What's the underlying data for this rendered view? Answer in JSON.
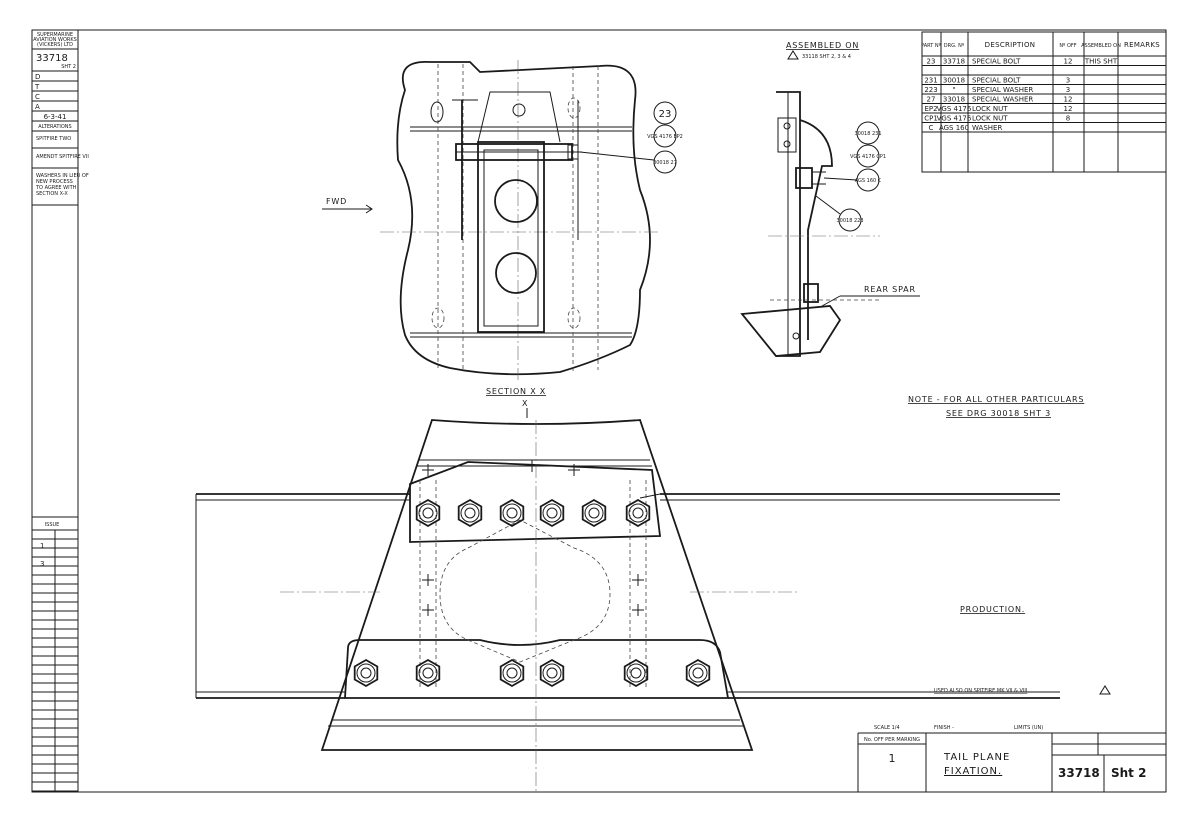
{
  "left_column": {
    "firm": [
      "SUPERMARINE",
      "AVIATION WORKS",
      "(VICKERS) LTD"
    ],
    "drawing_number": "33718",
    "sheet": "SHT 2",
    "letters": [
      "D",
      "T",
      "C",
      "A"
    ],
    "date": "6-3-41",
    "alterations_title": "ALTERATIONS",
    "alteration_notes": [
      "SPITFIRE TWO",
      "AMENDT SPITFIRE VII",
      "WASHERS IN LIEU OF",
      "NEW PROCESS",
      "TO AGREE WITH",
      "SECTION X-X"
    ],
    "issue_title": "ISSUE",
    "issue_entries": [
      "1",
      "3"
    ]
  },
  "parts_table": {
    "headers": [
      "PART Nº",
      "DRG. Nº",
      "DESCRIPTION",
      "Nº OFF",
      "ASSEMBLED ON",
      "REMARKS"
    ],
    "rows": [
      [
        "23",
        "33718",
        "SPECIAL BOLT",
        "12",
        "THIS SHT",
        ""
      ],
      [
        "",
        "",
        "",
        "",
        "",
        ""
      ],
      [
        "231",
        "30018",
        "SPECIAL BOLT",
        "3",
        "",
        ""
      ],
      [
        "223",
        "\"",
        "SPECIAL WASHER",
        "3",
        "",
        ""
      ],
      [
        "27",
        "33018",
        "SPECIAL WASHER",
        "12",
        "",
        ""
      ],
      [
        "EP2",
        "VGS 4176",
        "LOCK NUT",
        "12",
        "",
        ""
      ],
      [
        "CP1",
        "VGS 4176",
        "LOCK NUT",
        "8",
        "",
        ""
      ],
      [
        "C",
        "AGS 160",
        "WASHER",
        "",
        "",
        ""
      ]
    ]
  },
  "drawing": {
    "assembled_on_title": "ASSEMBLED ON",
    "assembled_on_ref": "33118 SHT 2, 3 & 4",
    "section_title": "SECTION X X",
    "section_marker": "X",
    "fwd_label": "FWD",
    "rear_spar_label": "REAR SPAR",
    "callouts_top": [
      "23",
      "VGS 4176 EP2",
      "30018 27"
    ],
    "callouts_side": [
      "30018 231",
      "VGS 4176 CP1",
      "AGS 160 C",
      "30018 223"
    ],
    "note_line1": "NOTE - FOR ALL OTHER PARTICULARS",
    "note_line2": "SEE DRG 30018 SHT 3",
    "production_label": "PRODUCTION.",
    "used_also": "USED ALSO ON SPITFIRE MK VII & VIII"
  },
  "title_block": {
    "scale": "SCALE 1/4",
    "finish": "FINISH -",
    "limits": "LIMITS (UN)",
    "marking_header": "No. OFF PER MARKING",
    "marking_value": "1",
    "title_line1": "TAIL PLANE",
    "title_line2": "FIXATION.",
    "drawing_number": "33718",
    "sheet": "Sht 2"
  }
}
